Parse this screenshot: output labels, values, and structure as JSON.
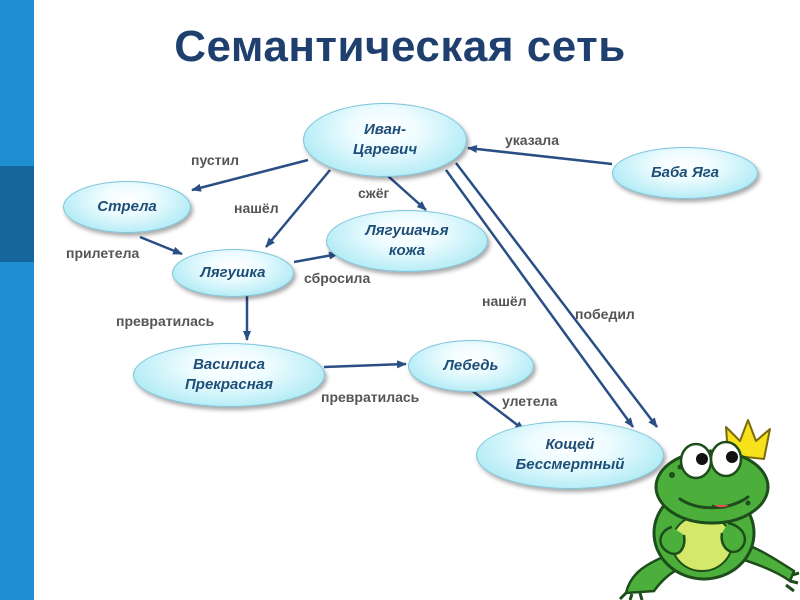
{
  "title": "Семантическая сеть",
  "nodes": {
    "ivan": "Иван-\nЦаревич",
    "baba_yaga": "Баба Яга",
    "strela": "Стрела",
    "lyagushachya_kozha": "Лягушачья\nкожа",
    "lyagushka": "Лягушка",
    "vasilisa": "Василиса\nПрекрасная",
    "lebed": "Лебедь",
    "koshchei": "Кощей\nБессмертный"
  },
  "labels": {
    "pustil": "пустил",
    "ukazala": "указала",
    "szheg": "сжёг",
    "nashel_1": "нашёл",
    "priletela": "прилетела",
    "sbrosila": "сбросила",
    "nashel_2": "нашёл",
    "pobedil": "победил",
    "prevratilas_1": "превратилась",
    "prevratilas_2": "превратилась",
    "uletela": "улетела"
  },
  "colors": {
    "arrow": "#2a4f85",
    "node_text": "#1d4f78",
    "label_text": "#555555",
    "side_bar": "#1e8fd0",
    "frog_green": "#4caf3c"
  }
}
